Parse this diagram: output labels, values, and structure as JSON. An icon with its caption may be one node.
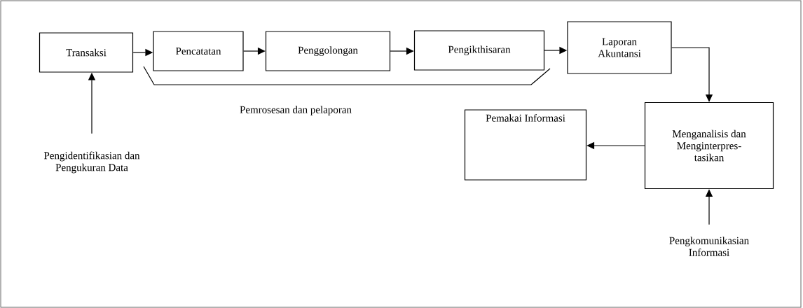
{
  "diagram": {
    "nodes": [
      {
        "text": [
          "Transaksi"
        ]
      },
      {
        "text": [
          "Pencatatan"
        ]
      },
      {
        "text": [
          "Penggolongan"
        ]
      },
      {
        "text": [
          "Pengikthisaran"
        ]
      },
      {
        "text": [
          "Laporan Akuntansi"
        ]
      },
      {
        "text": [
          "Pemakai Informasi"
        ]
      },
      {
        "text": [
          "Menganalisis dan Menginterpres- tasikan"
        ]
      },
      {
        "text": [
          "Pengidentifikasian dan Pengukuran Data"
        ]
      },
      {
        "text": [
          "Pengkomunikasian Informasi"
        ]
      }
    ],
    "edges": [
      {
        "from": 0,
        "to": 1,
        "arrow": "to"
      },
      {
        "from": 1,
        "to": 2,
        "arrow": "to"
      },
      {
        "from": 2,
        "to": 3,
        "arrow": "to"
      },
      {
        "from": 3,
        "to": 4,
        "arrow": "to"
      },
      {
        "from": 4,
        "to": 6,
        "arrow": "to"
      },
      {
        "from": 6,
        "to": 5,
        "arrow": "to"
      },
      {
        "from": 7,
        "to": 0,
        "arrow": "to"
      },
      {
        "from": 8,
        "to": 6,
        "arrow": "to"
      }
    ],
    "labels": [
      "Pemrosesan dan pelaporan"
    ]
  }
}
